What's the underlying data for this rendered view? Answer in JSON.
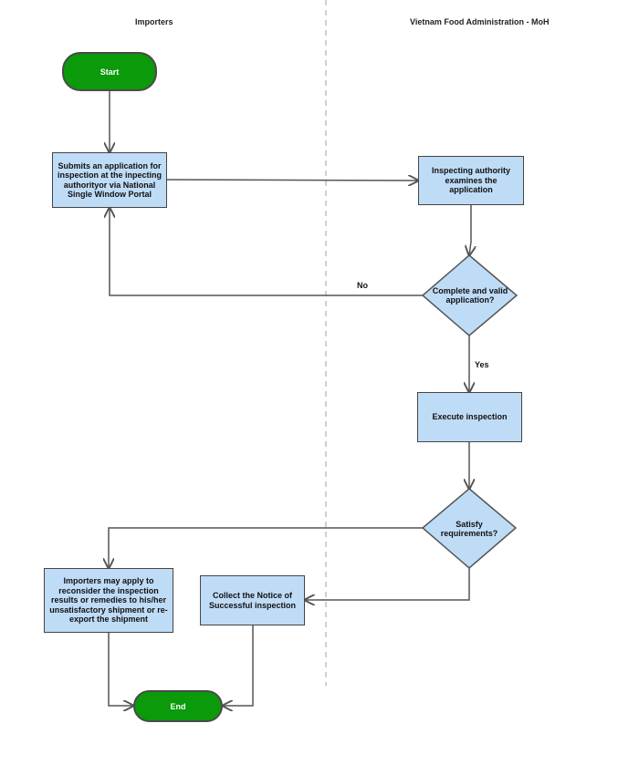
{
  "lanes": {
    "left": "Importers",
    "right": "Vietnam Food Administration - MoH"
  },
  "nodes": {
    "start": "Start",
    "submit": "Submits an application for inspection at the inpecting authorityor via National Single Window Portal",
    "examine": "Inspecting authority examines the application",
    "valid_decision": "Complete and valid application?",
    "execute": "Execute inspection",
    "satisfy_decision": "Satisfy requirements?",
    "reconsider": "Importers may apply to reconsider the inspection results or remedies to his/her unsatisfactory shipment or re-export the shipment",
    "collect": "Collect the Notice of Successful inspection",
    "end": "End"
  },
  "edges": {
    "no_label": "No",
    "yes_label": "Yes"
  },
  "colors": {
    "process_fill": "#bfdcf7",
    "terminal_fill": "#0a9a0a",
    "stroke": "#555555",
    "lane_divider": "#bbbbbb"
  }
}
